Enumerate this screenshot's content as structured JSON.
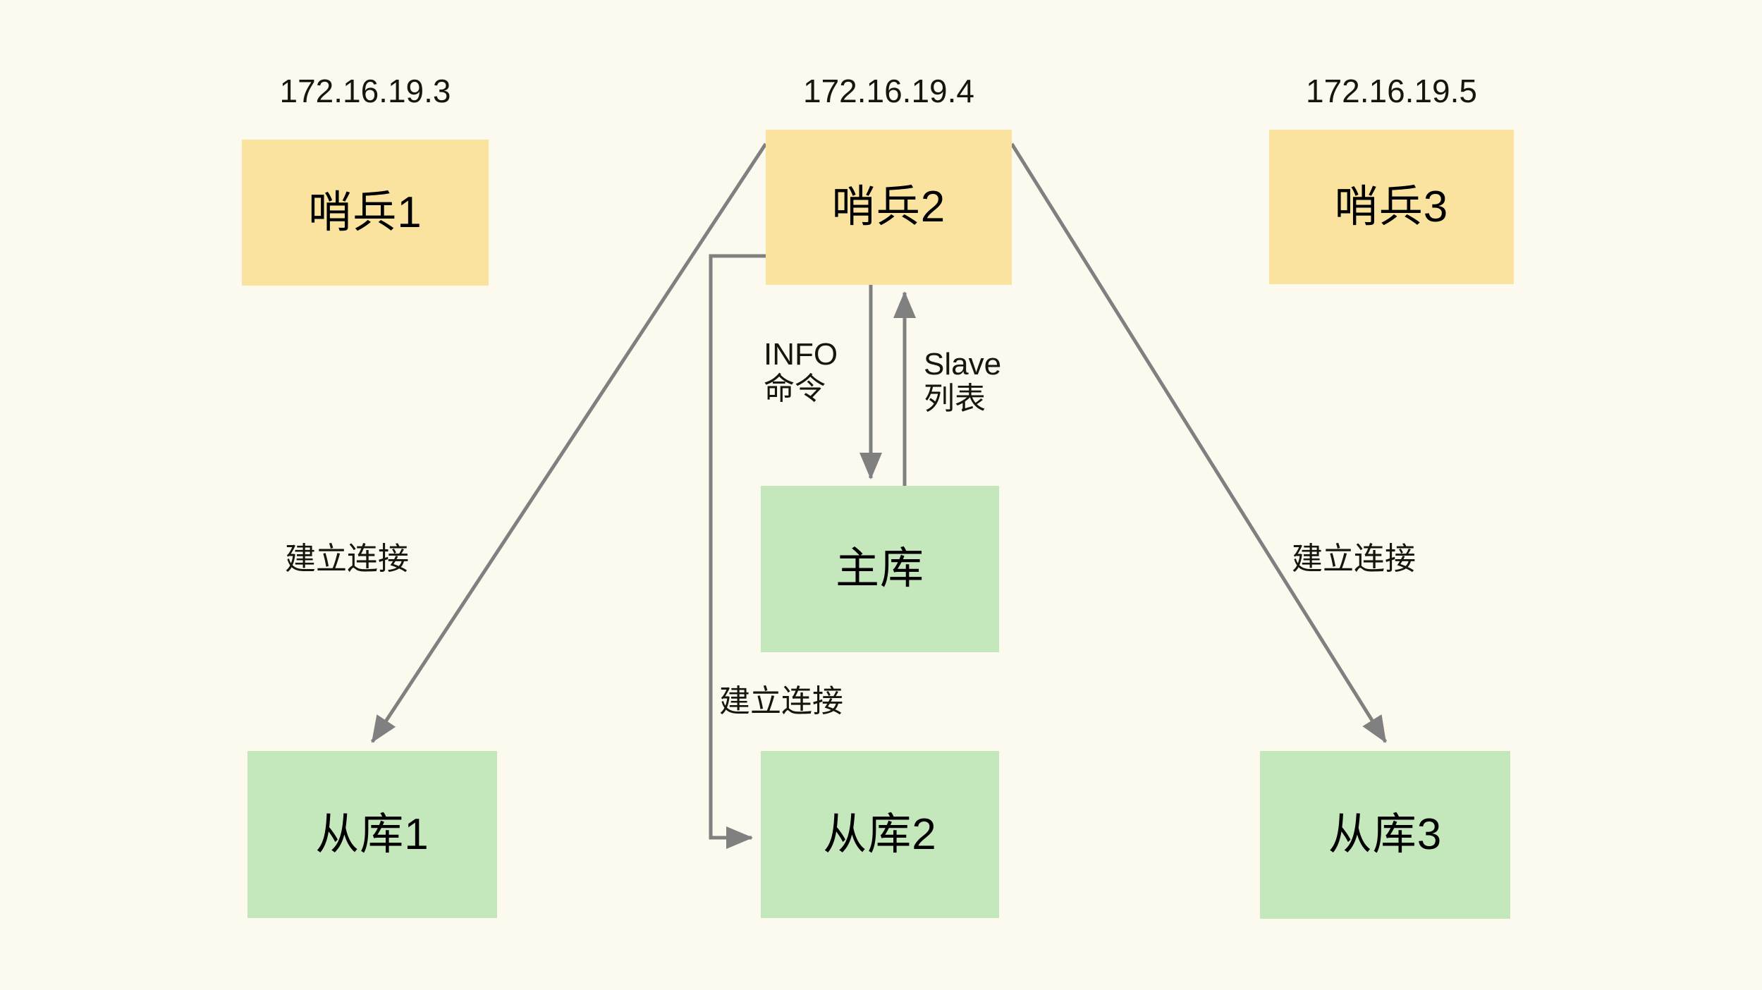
{
  "diagram": {
    "title": "Redis Sentinel cluster topology",
    "background_color": "#FCF9EE",
    "sentinel_color": "#FAE39E",
    "database_color": "#C4E8BC",
    "edge_color": "#808080",
    "text_color": "#16160F"
  },
  "ip_labels": {
    "sentinel1": "172.16.19.3",
    "sentinel2": "172.16.19.4",
    "sentinel3": "172.16.19.5"
  },
  "nodes": {
    "sentinel1": "哨兵1",
    "sentinel2": "哨兵2",
    "sentinel3": "哨兵3",
    "master": "主库",
    "replica1": "从库1",
    "replica2": "从库2",
    "replica3": "从库3"
  },
  "edge_labels": {
    "connect_left": "建立连接",
    "connect_right": "建立连接",
    "connect_middle": "建立连接",
    "info_command": "INFO\n命令",
    "slave_list": "Slave\n列表"
  }
}
